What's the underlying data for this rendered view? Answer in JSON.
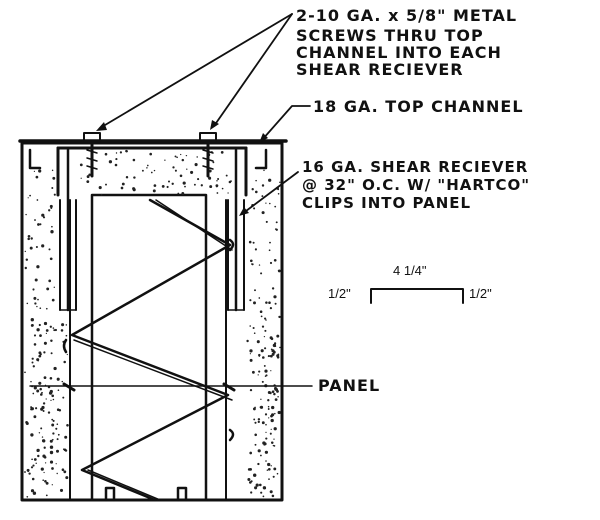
{
  "labels": {
    "screws_note": [
      "2-10 GA. x 5/8\" METAL",
      "SCREWS THRU TOP",
      "CHANNEL INTO EACH",
      "SHEAR RECIEVER"
    ],
    "top_channel": "18 GA. TOP CHANNEL",
    "shear_receiver": [
      "16 GA. SHEAR RECIEVER",
      "@ 32\" O.C. W/ \"HARTCO\"",
      "CLIPS INTO PANEL"
    ],
    "panel": "PANEL"
  },
  "dimensions": {
    "width": "4 1/4\"",
    "left_flange": "1/2\"",
    "right_flange": "1/2\""
  },
  "colors": {
    "ink": "#111111",
    "background": "#ffffff"
  }
}
